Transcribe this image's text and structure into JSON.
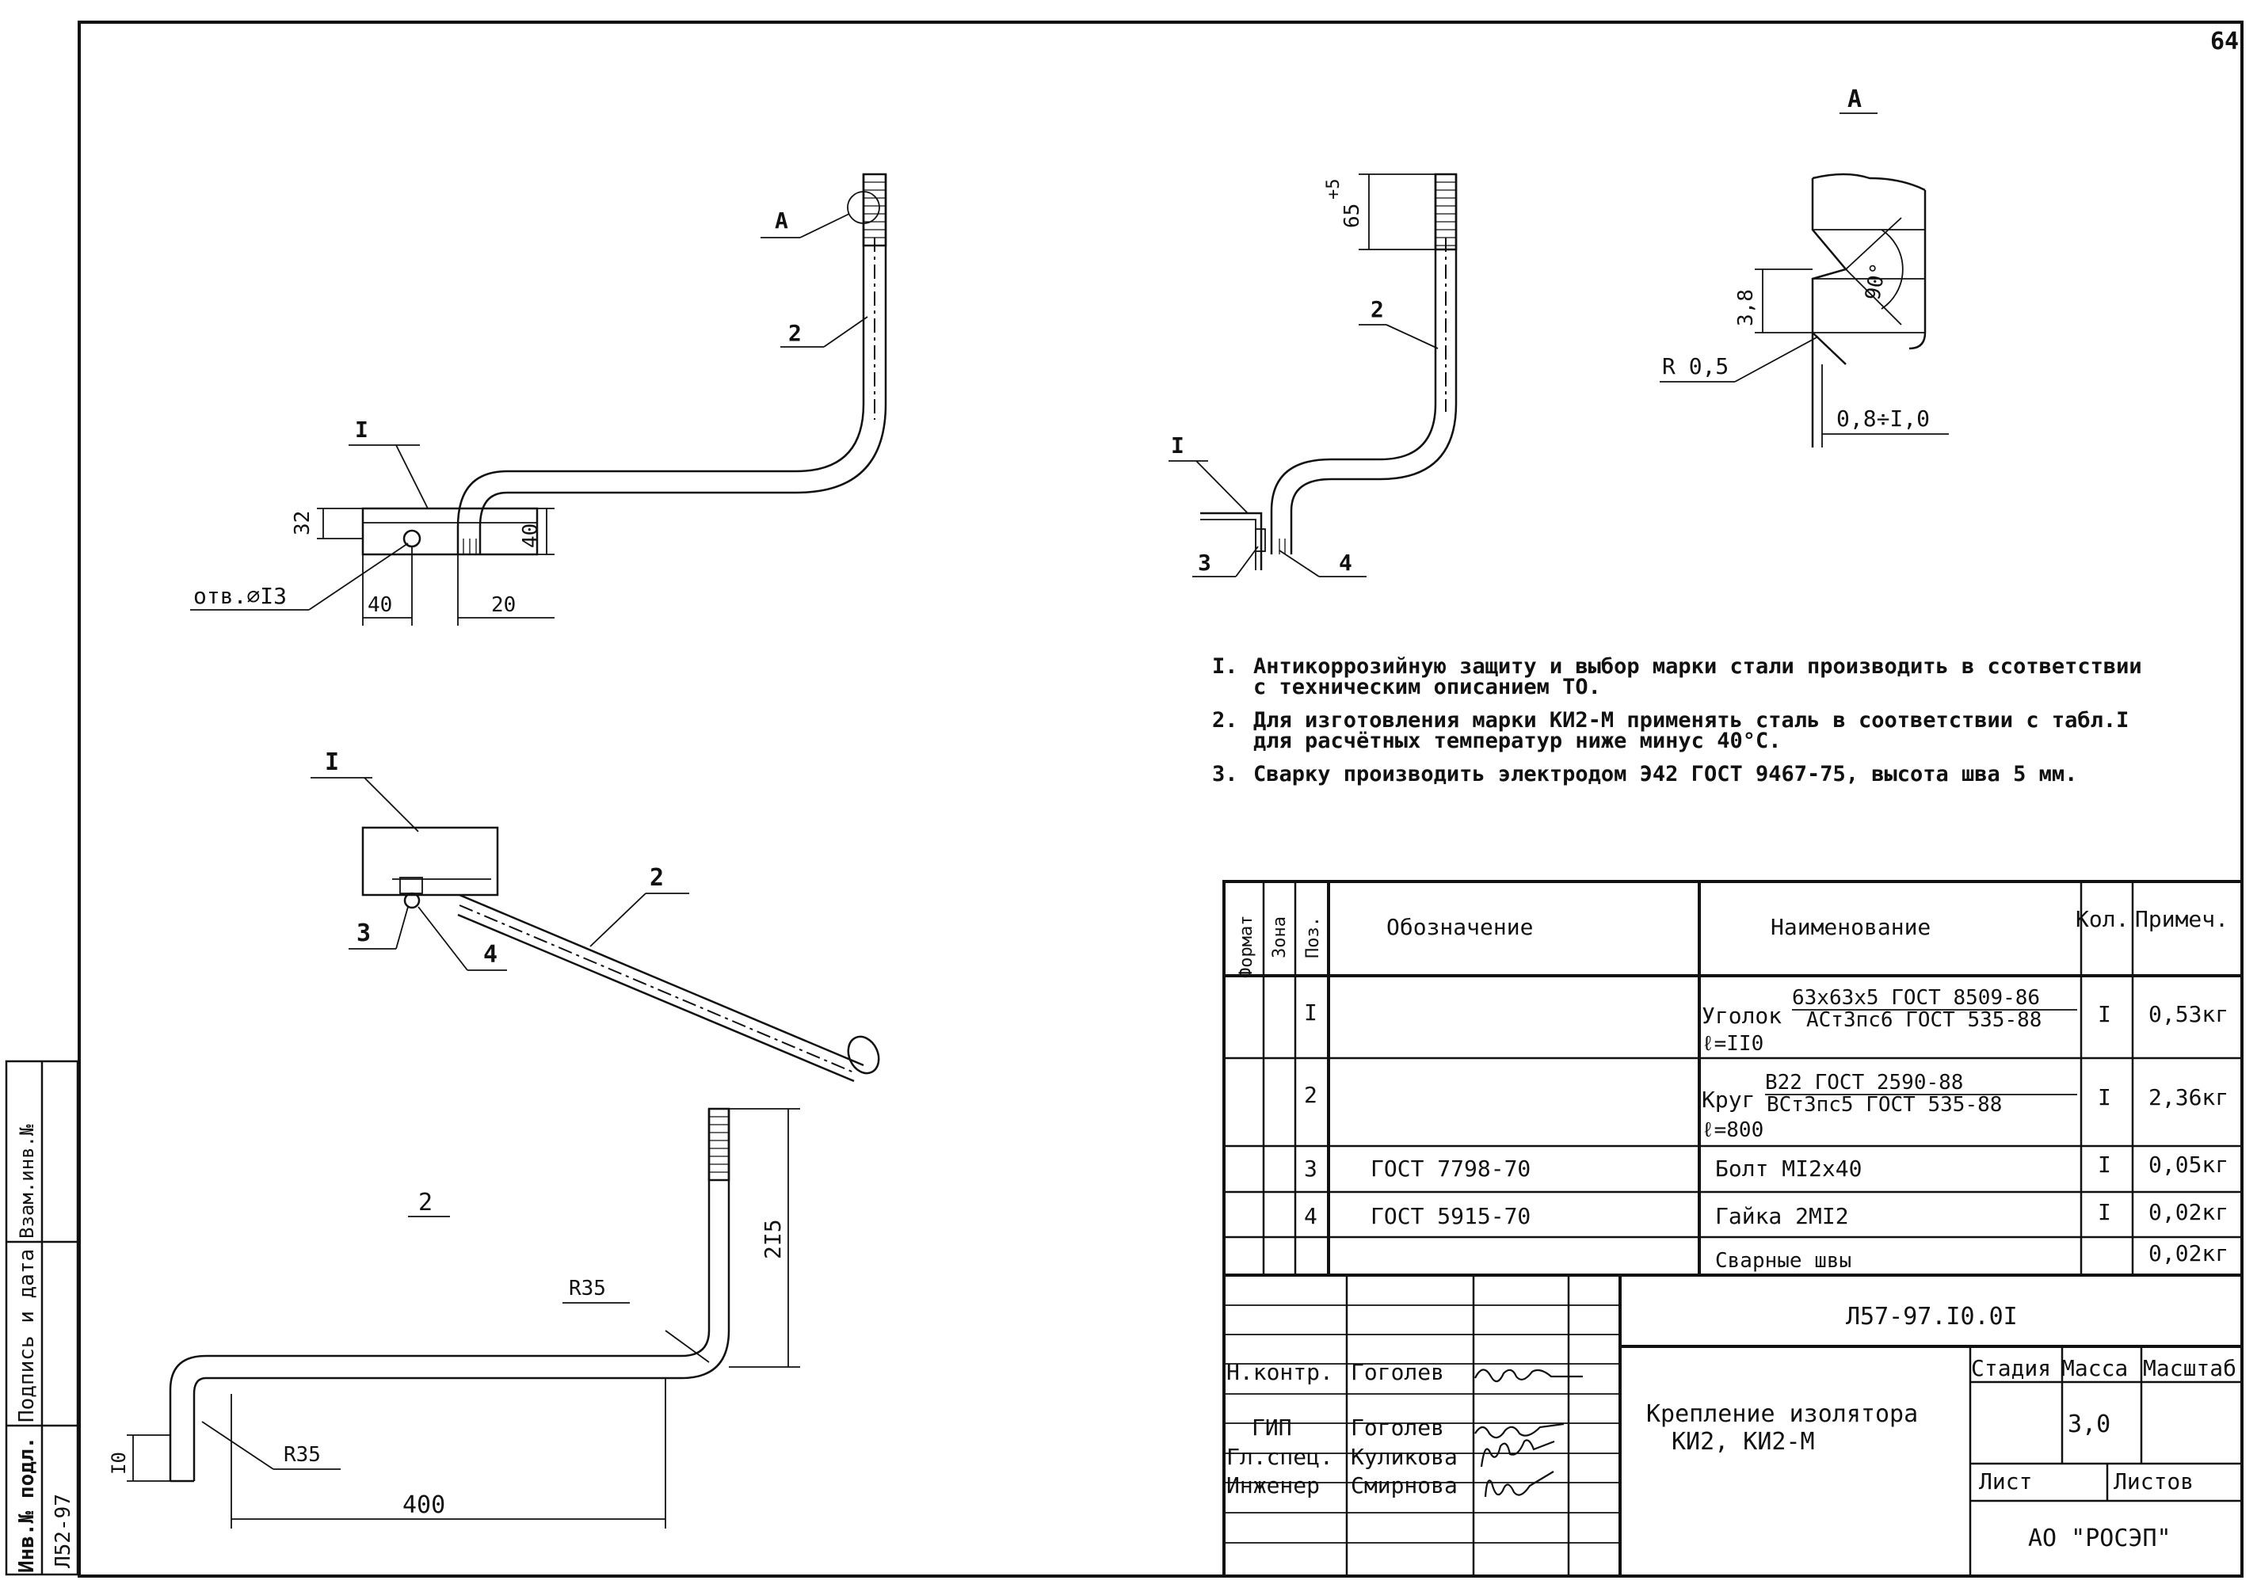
{
  "sheet": {
    "page_number": "64"
  },
  "side_stamp": {
    "inv_podl": "Инв.№ подл.",
    "podpis": "Подпись и дата",
    "vzam": "Взам.инв.№",
    "value": "Л52-97"
  },
  "view1": {
    "callout_a": "А",
    "pos2": "2",
    "pos1": "I",
    "dim_32": "32",
    "dim_40v": "40",
    "hole": "отв.∅I3",
    "dim_40h": "40",
    "dim_20": "20"
  },
  "view2": {
    "dim_65": "65",
    "dim_tol": "+5",
    "pos2": "2",
    "pos1": "I",
    "pos3": "3",
    "pos4": "4"
  },
  "detail_a": {
    "title": "А",
    "dim_38": "3,8",
    "angle": "90°",
    "radius": "R 0,5",
    "gap": "0,8÷I,0"
  },
  "notes": [
    {
      "num": "I.",
      "line1": "Антикоррозийную защиту и выбор марки стали производить в ссответствии",
      "line2": "с техническим описанием ТО."
    },
    {
      "num": "2.",
      "line1": "Для изготовления марки КИ2-М применять сталь в соответствии с табл.I",
      "line2": "для расчётных температур ниже минус 40°С."
    },
    {
      "num": "3.",
      "line1": "Сварку производить электродом Э42 ГОСТ 9467-75, высота шва 5 мм.",
      "line2": ""
    }
  ],
  "iso_view": {
    "pos1": "I",
    "pos2": "2",
    "pos3": "3",
    "pos4": "4"
  },
  "part2_view": {
    "label": "2",
    "r_top": "R35",
    "r_bottom": "R35",
    "dim_215": "2I5",
    "dim_10": "I0",
    "dim_400": "400"
  },
  "spec_table": {
    "headers": {
      "format": "Формат",
      "zone": "Зона",
      "pos": "Поз.",
      "designation": "Обозначение",
      "name": "Наименование",
      "qty": "Кол.",
      "note": "Примеч."
    },
    "rows": [
      {
        "pos": "I",
        "designation": "",
        "name_main": "Уголок",
        "name_top": "63х63х5 ГОСТ 8509-86",
        "name_bot": "АСт3пс6 ГОСТ 535-88",
        "name_extra": "ℓ=II0",
        "qty": "I",
        "note": "0,53кг"
      },
      {
        "pos": "2",
        "designation": "",
        "name_main": "Круг",
        "name_top": "В22 ГОСТ 2590-88",
        "name_bot": "ВСт3пс5 ГОСТ 535-88",
        "name_extra": "ℓ=800",
        "qty": "I",
        "note": "2,36кг"
      },
      {
        "pos": "3",
        "designation": "ГОСТ 7798-70",
        "name_main": "Болт МI2х40",
        "name_top": "",
        "name_bot": "",
        "name_extra": "",
        "qty": "I",
        "note": "0,05кг"
      },
      {
        "pos": "4",
        "designation": "ГОСТ 5915-70",
        "name_main": "Гайка 2МI2",
        "name_top": "",
        "name_bot": "",
        "name_extra": "",
        "qty": "I",
        "note": "0,02кг"
      },
      {
        "pos": "",
        "designation": "",
        "name_main": "Сварные швы",
        "name_top": "",
        "name_bot": "",
        "name_extra": "",
        "qty": "",
        "note": "0,02кг"
      }
    ]
  },
  "title_block": {
    "code": "Л57-97.I0.0I",
    "roles": [
      {
        "role": "Н.контр.",
        "name": "Гоголев"
      },
      {
        "role": "ГИП",
        "name": "Гоголев"
      },
      {
        "role": "Гл.спец.",
        "name": "Куликова"
      },
      {
        "role": "Инженер",
        "name": "Смирнова"
      }
    ],
    "title_line1": "Крепление изолятора",
    "title_line2": "КИ2, КИ2-М",
    "stage": "Стадия",
    "mass": "Масса",
    "scale": "Масштаб",
    "mass_value": "3,0",
    "sheet": "Лист",
    "sheets": "Листов",
    "org": "АО \"РОСЭП\""
  }
}
